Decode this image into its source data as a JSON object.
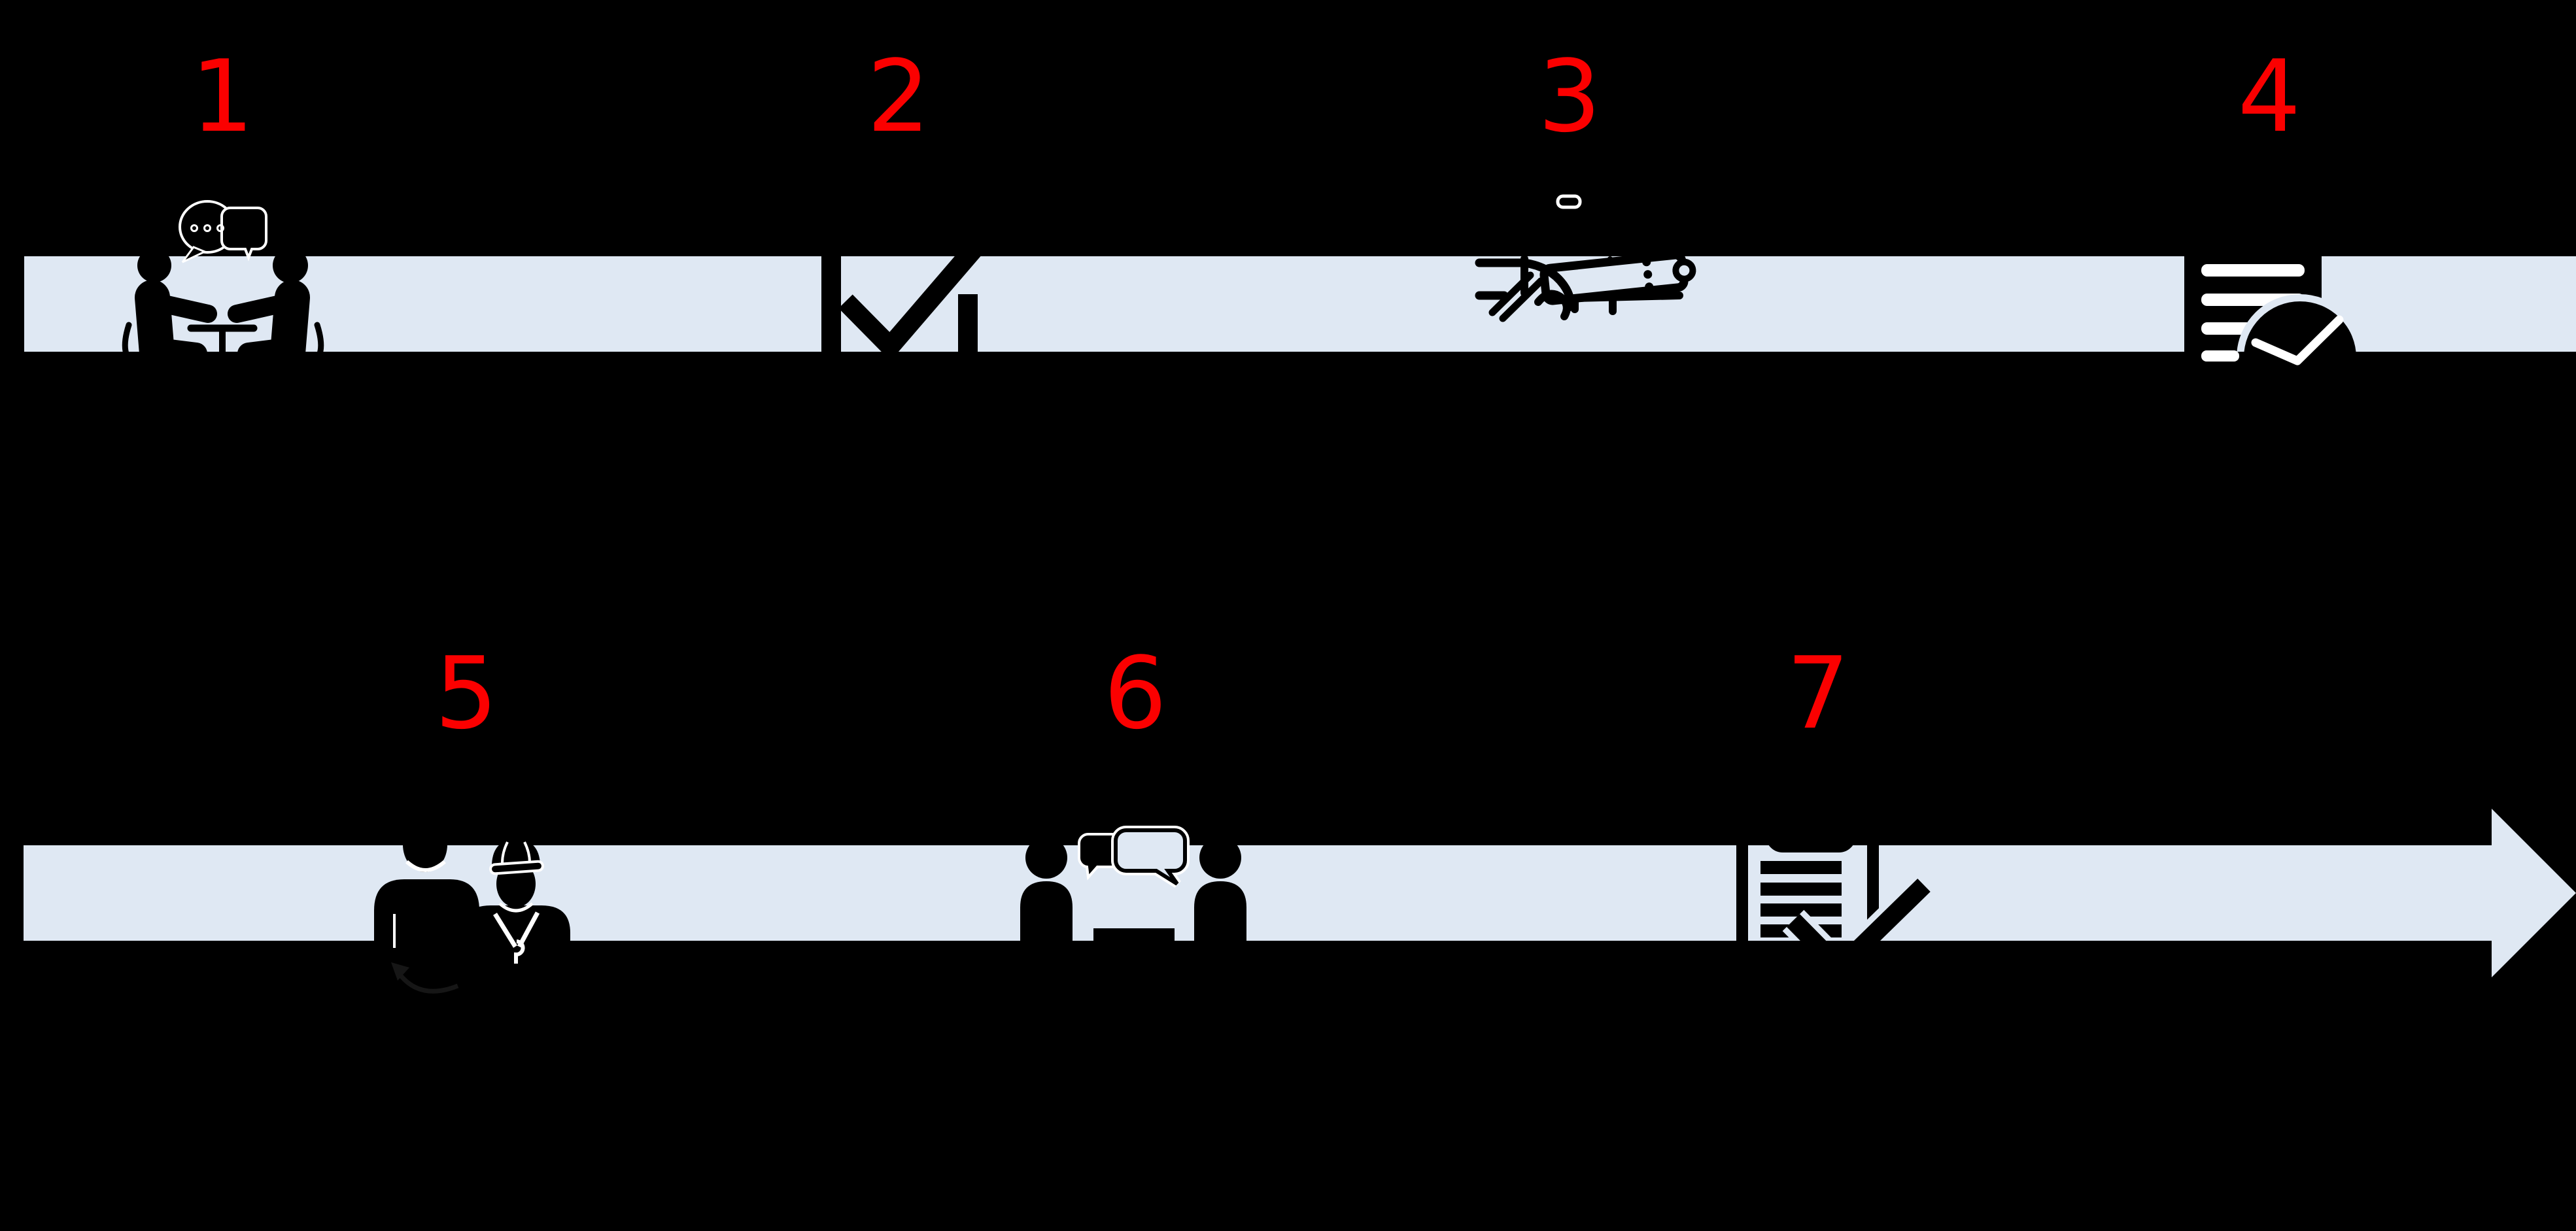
{
  "theme": {
    "background_color": "#000000",
    "band_color": "#dfe8f3",
    "number_color": "#fb0000",
    "icon_color": "#000000",
    "icon_detail_color": "#ffffff"
  },
  "timeline": {
    "rows": 2,
    "direction": "left-to-right",
    "arrowhead": "right-end-of-second-row"
  },
  "steps": [
    {
      "label": "1",
      "icon": "discussion-table-icon",
      "row": 1
    },
    {
      "label": "2",
      "icon": "checkbox-icon",
      "row": 1
    },
    {
      "label": "3",
      "icon": "hand-payment-icon",
      "row": 1
    },
    {
      "label": "4",
      "icon": "document-approved-icon",
      "row": 1
    },
    {
      "label": "5",
      "icon": "customer-mechanic-icon",
      "row": 2
    },
    {
      "label": "6",
      "icon": "conversation-icon",
      "row": 2
    },
    {
      "label": "7",
      "icon": "clipboard-check-icon",
      "row": 2
    }
  ]
}
